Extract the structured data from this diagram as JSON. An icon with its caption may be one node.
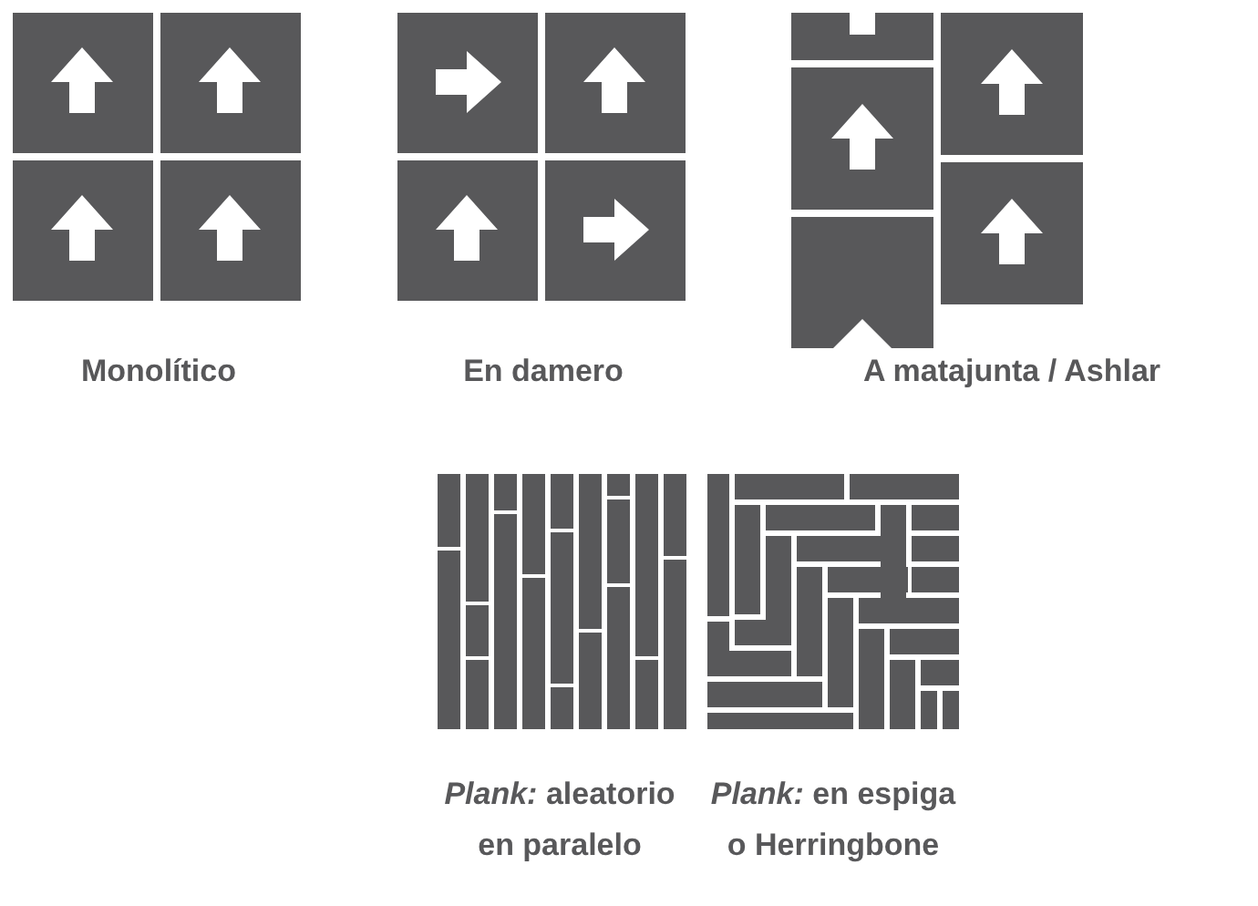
{
  "diagram": {
    "labels": [
      "Monolítico",
      "En damero",
      "A matajunta / Ashlar",
      "*Plank:* aleatorio en paralelo",
      "*Plank:* en espiga o Herringbone"
    ]
  }
}
